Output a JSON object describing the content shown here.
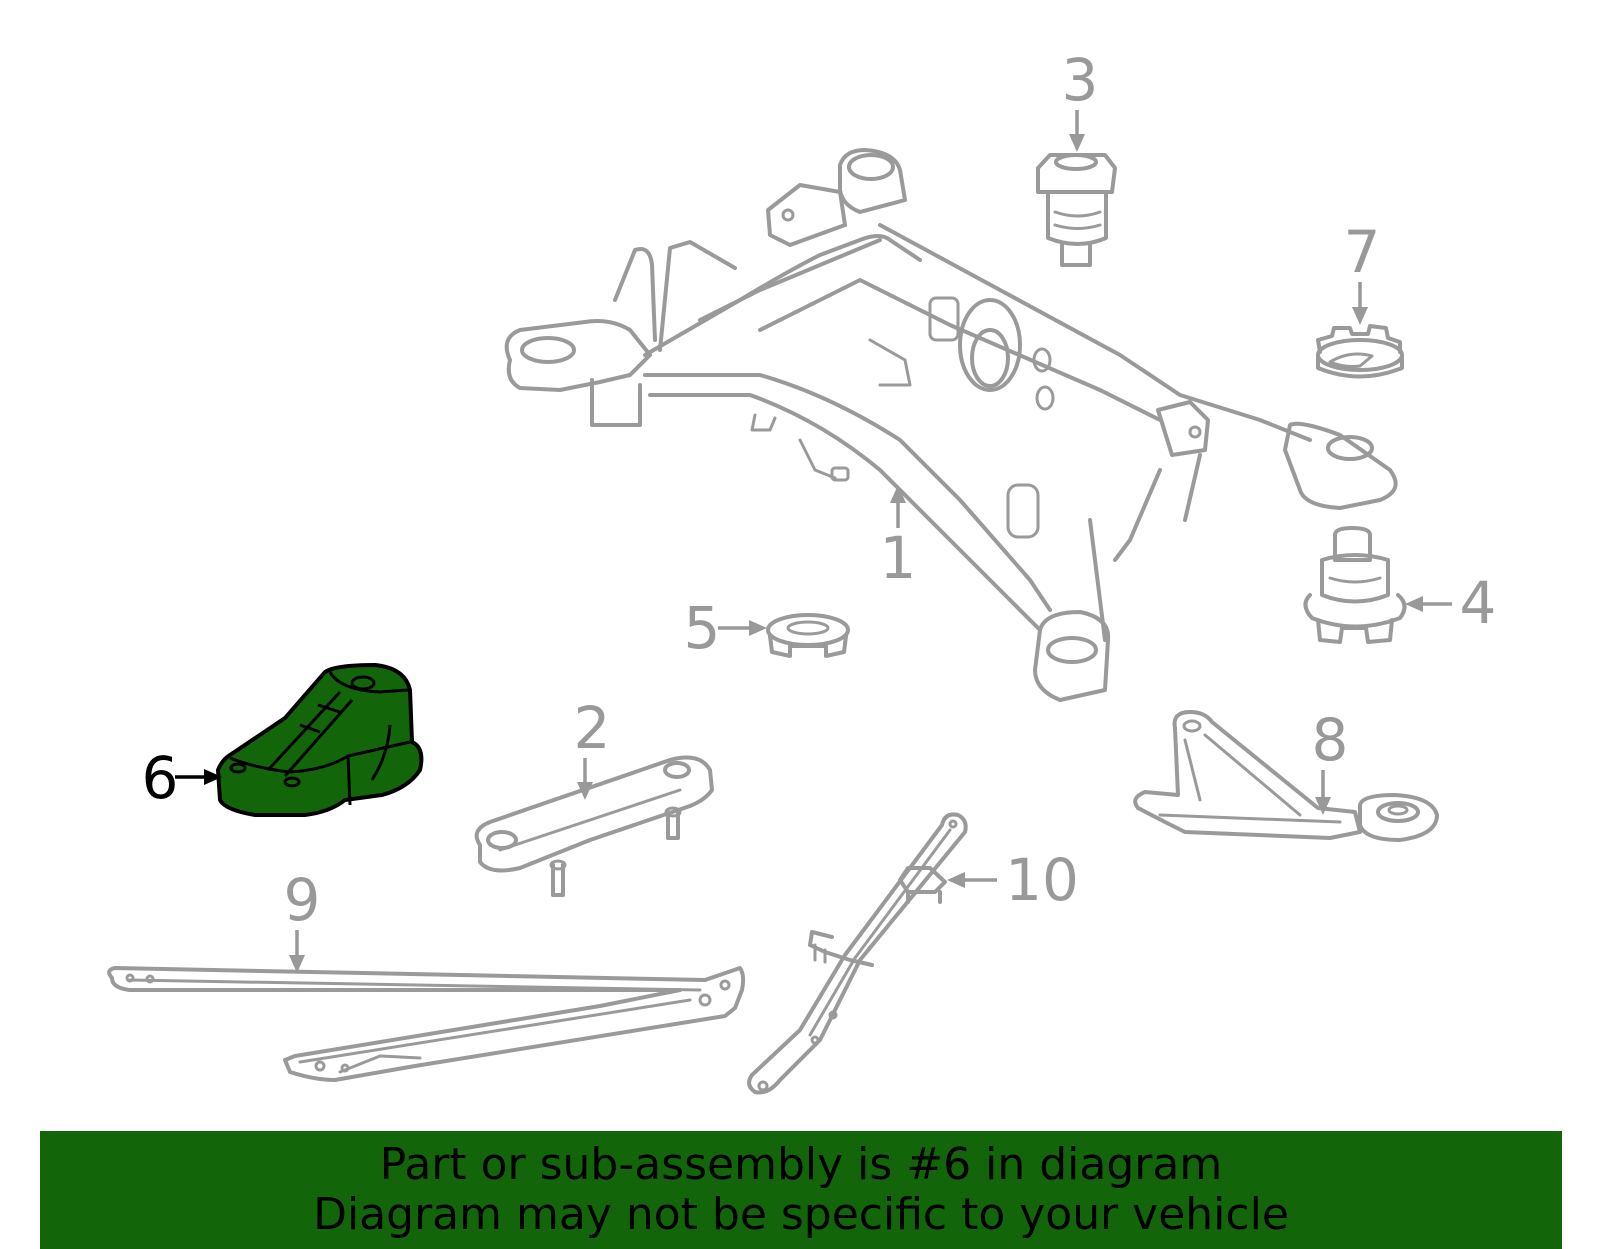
{
  "diagram": {
    "highlight_color": "#126609",
    "line_color": "#9a9a9a",
    "callouts": [
      {
        "id": "1",
        "text": "1"
      },
      {
        "id": "2",
        "text": "2"
      },
      {
        "id": "3",
        "text": "3"
      },
      {
        "id": "4",
        "text": "4"
      },
      {
        "id": "5",
        "text": "5"
      },
      {
        "id": "6",
        "text": "6",
        "highlighted": true
      },
      {
        "id": "7",
        "text": "7"
      },
      {
        "id": "8",
        "text": "8"
      },
      {
        "id": "9",
        "text": "9"
      },
      {
        "id": "10",
        "text": "10"
      }
    ]
  },
  "banner": {
    "background": "#126609",
    "line1": "Part or sub-assembly is #6 in diagram",
    "line2": "Diagram may not be specific to your vehicle"
  }
}
